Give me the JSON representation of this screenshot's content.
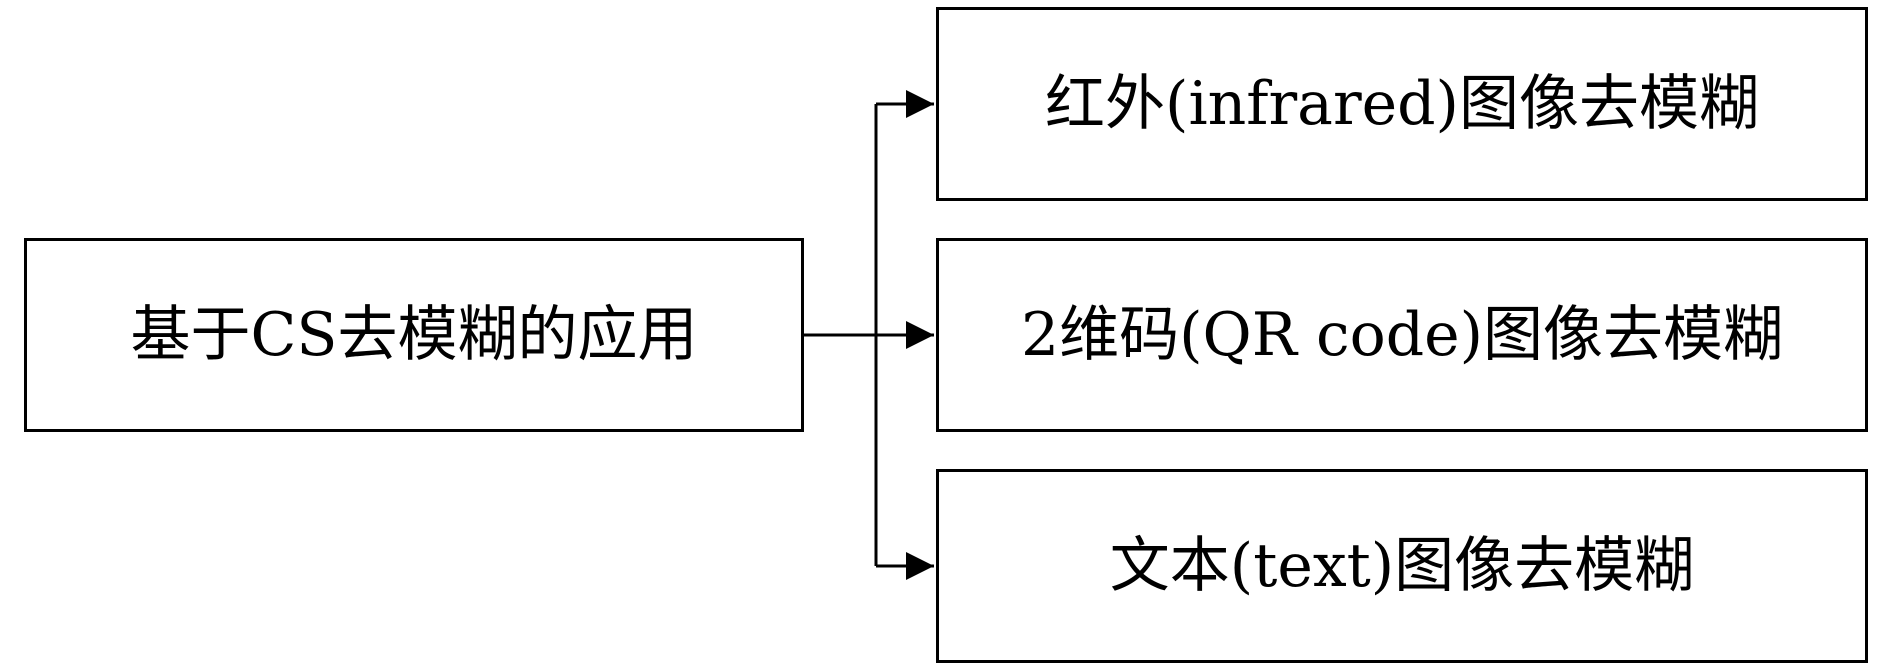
{
  "diagram": {
    "root": {
      "label": "基于CS去模糊的应用"
    },
    "branches": [
      {
        "label": "红外(infrared)图像去模糊"
      },
      {
        "label": "2维码(QR code)图像去模糊"
      },
      {
        "label": "文本(text)图像去模糊"
      }
    ],
    "line_color": "#000000"
  }
}
